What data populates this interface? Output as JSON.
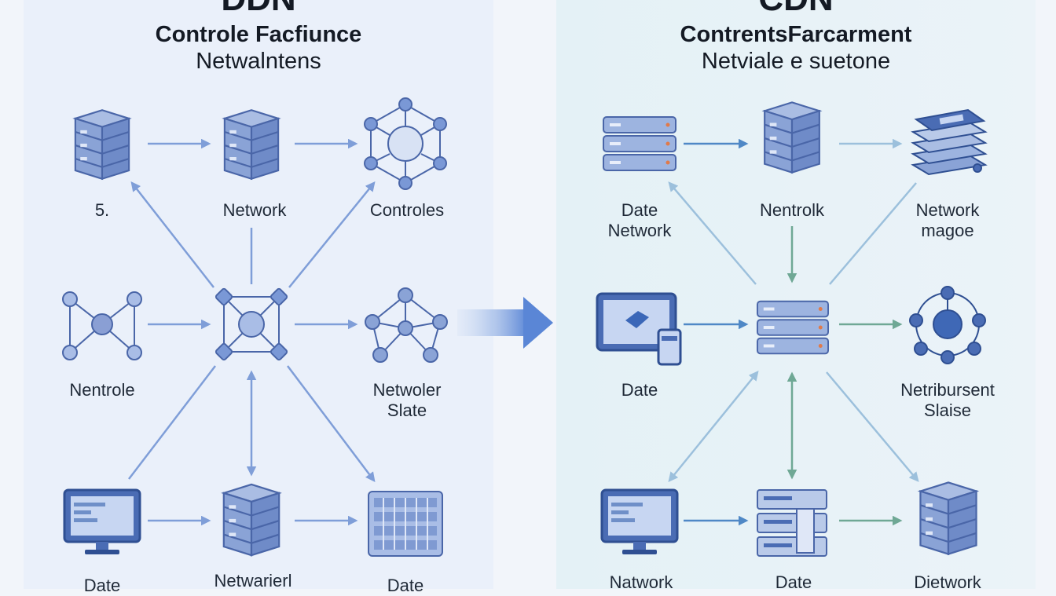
{
  "left_panel": {
    "title_top": "DDN",
    "title": "Controle Facfiunce",
    "subtitle": "Netwalntens",
    "nodes": {
      "server_top_left": "5.",
      "network_top": "Network",
      "controles": "Controles",
      "nentrole": "Nentrole",
      "hub_center": "",
      "netwoler_slate": [
        "Netwoler",
        "Slate"
      ],
      "date_bottom_left": "Date",
      "netwarierl": "Netwarierl",
      "date_bottom_right": "Date"
    }
  },
  "right_panel": {
    "title_top": "CDN",
    "title": "ContrentsFarcarment",
    "subtitle": "Netviale e suetone",
    "nodes": {
      "date_network": [
        "Date",
        "Network"
      ],
      "nentrolk": "Nentrolk",
      "network_magoe": [
        "Network",
        "magoe"
      ],
      "date_middle": "Date",
      "central_server": "",
      "netribursent_slaise": [
        "Netribursent",
        "Slaise"
      ],
      "natwork_bottom": "Natwork",
      "date_bottom": "Date",
      "dietwork": "Dietwork"
    }
  },
  "colors": {
    "left_panel_bg": "#eaf0fa",
    "right_panel_bg": "#e6f2f7",
    "icon_blue": "#6f8fc8",
    "icon_dark": "#3e5f9e",
    "arrow_left": "#7f9ed8",
    "arrow_right_blue": "#4f88c6",
    "arrow_right_green": "#6fa895"
  },
  "icons": {
    "server": "server-stack-icon",
    "network": "network-topology-icon",
    "monitor": "monitor-icon",
    "transition": "transition-arrow-icon"
  }
}
